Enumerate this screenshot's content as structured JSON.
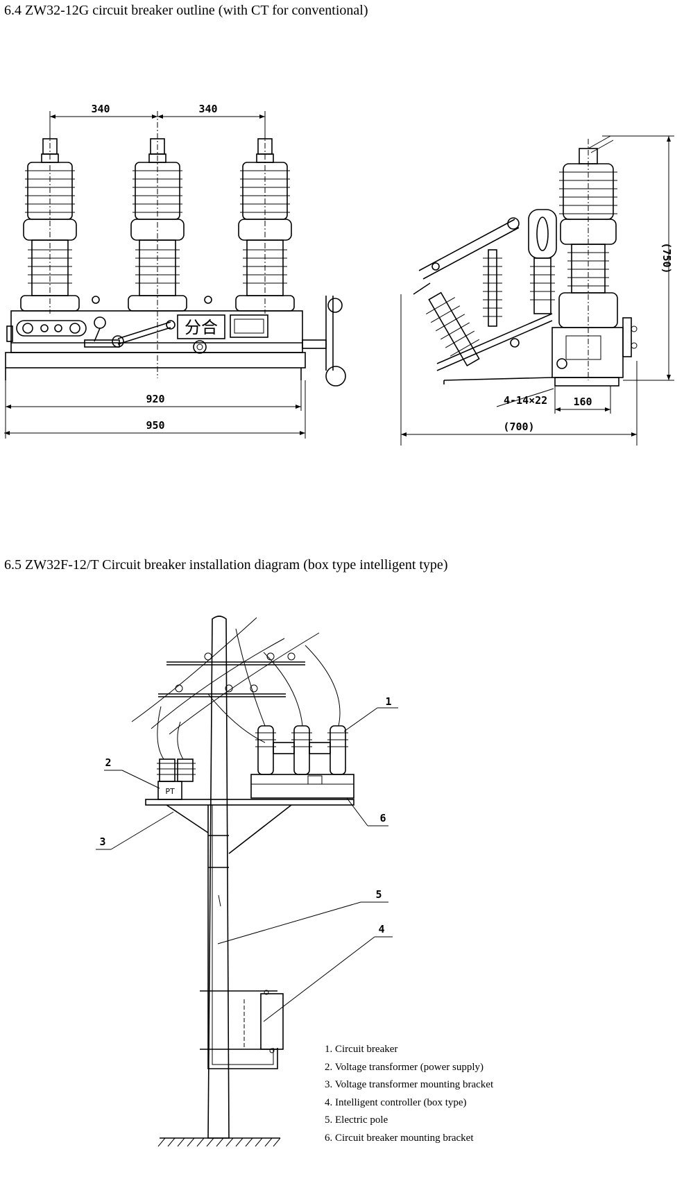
{
  "section_1": {
    "heading": "6.4 ZW32-12G circuit breaker outline (with CT for conventional)",
    "dimensions": {
      "pole_spacing_left": "340",
      "pole_spacing_right": "340",
      "mount_width": "920",
      "overall_width": "950",
      "side_height": "(750)",
      "side_depth": "(700)",
      "base_depth": "160",
      "mounting_holes": "4-14×22"
    },
    "nameplate_chars": "分合"
  },
  "section_2": {
    "heading": "6.5 ZW32F-12/T Circuit breaker installation diagram (box type intelligent type)",
    "callouts": [
      "1",
      "2",
      "3",
      "4",
      "5",
      "6"
    ],
    "vt_label": "PT",
    "legend": [
      "1. Circuit breaker",
      "2. Voltage transformer (power supply)",
      "3. Voltage transformer mounting bracket",
      "4. Intelligent controller (box type)",
      "5. Electric pole",
      "6. Circuit breaker mounting bracket"
    ]
  }
}
